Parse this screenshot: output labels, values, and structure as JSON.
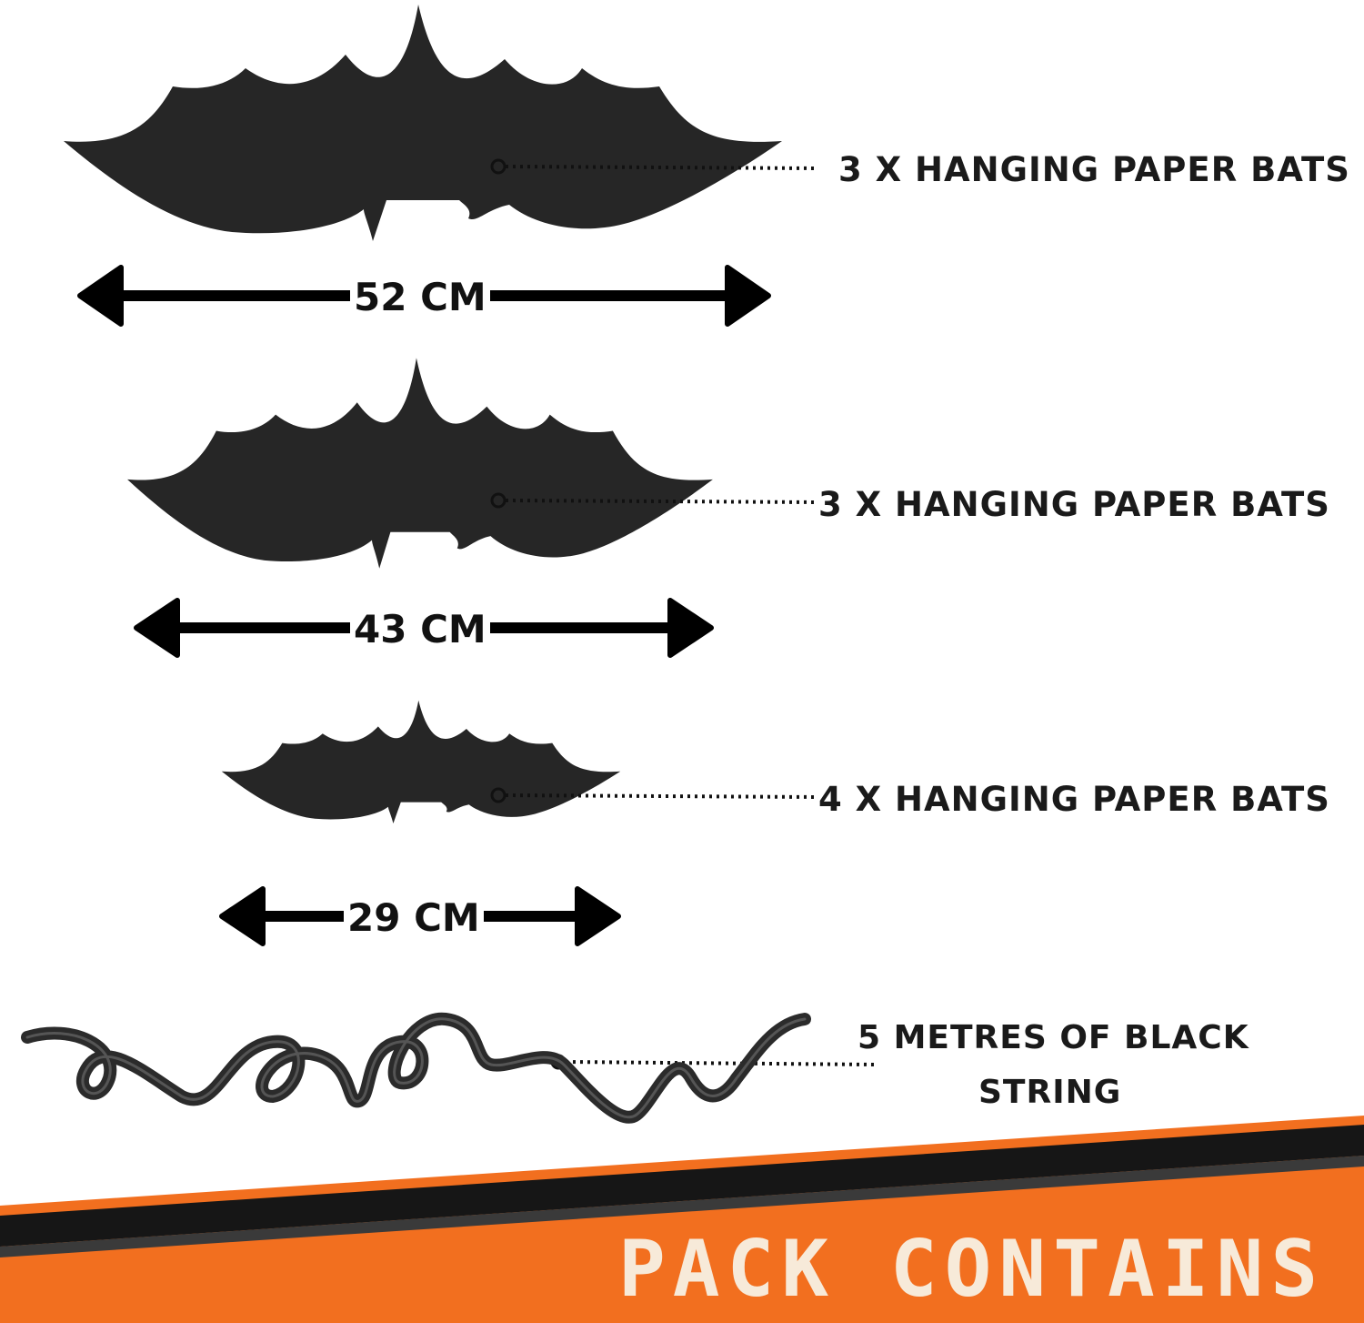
{
  "colors": {
    "background": "#ffffff",
    "bat": "#262626",
    "arrow": "#000000",
    "banner_orange": "#f26f1f",
    "banner_black": "#161616",
    "banner_text": "#f7ead9"
  },
  "items": [
    {
      "label": "3 X HANGING PAPER BATS",
      "size": "52 CM",
      "icon": "bat-icon"
    },
    {
      "label": "3 X HANGING PAPER BATS",
      "size": "43 CM",
      "icon": "bat-icon"
    },
    {
      "label": "4 X HANGING PAPER BATS",
      "size": "29 CM",
      "icon": "bat-icon"
    },
    {
      "label_line1": "5 METRES OF BLACK",
      "label_line2": "STRING",
      "icon": "ribbon-icon"
    }
  ],
  "banner": {
    "title": "PACK CONTAINS"
  }
}
